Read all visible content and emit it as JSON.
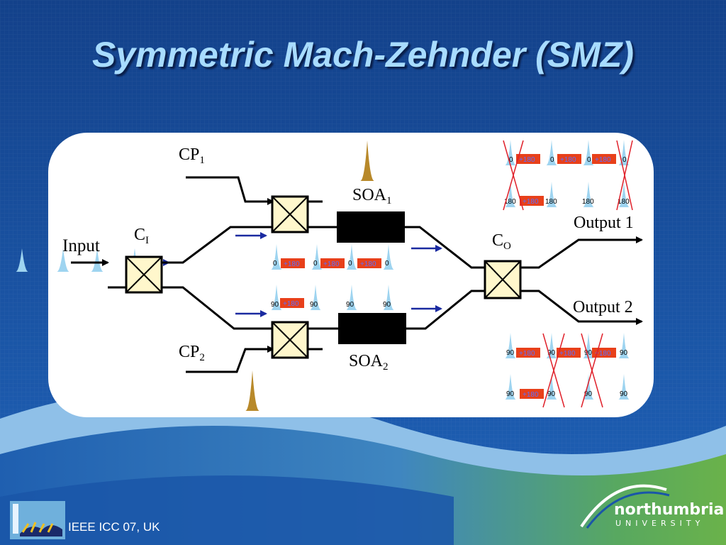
{
  "slide": {
    "title": "Symmetric Mach-Zehnder (SMZ)",
    "footer": "IEEE ICC 07, UK",
    "university_name": "northumbria",
    "university_sub": "UNIVERSITY"
  },
  "diagram": {
    "input_label": "Input",
    "ci_main": "C",
    "ci_sub": "I",
    "co_main": "C",
    "co_sub": "O",
    "cp1_main": "CP",
    "cp1_sub": "1",
    "cp2_main": "CP",
    "cp2_sub": "2",
    "soa1_main": "SOA",
    "soa1_sub": "1",
    "soa2_main": "SOA",
    "soa2_sub": "2",
    "output1": "Output 1",
    "output2": "Output 2",
    "phase_plus": "+180",
    "upper_arm": [
      "0",
      "0",
      "0",
      "0"
    ],
    "lower_arm": [
      "90",
      "90",
      "90",
      "90"
    ],
    "out1_row1": [
      "0",
      "0",
      "0",
      "0"
    ],
    "out1_row2": [
      "180",
      "180",
      "180",
      "180"
    ],
    "out2_row1": [
      "90",
      "90",
      "90",
      "90"
    ],
    "out2_row2": [
      "90",
      "90",
      "90",
      "90"
    ]
  },
  "colors": {
    "background": "#1a4f9e",
    "title": "#a8dcff",
    "panel": "#ffffff",
    "soa": "#000000",
    "coupler": "#fff7cc",
    "pulse": "#9ed4f0",
    "control_pulse": "#b8892a",
    "phase_badge": "#e8401a",
    "arrow_blue": "#1a2aa0",
    "cross_red": "#e0202a"
  }
}
